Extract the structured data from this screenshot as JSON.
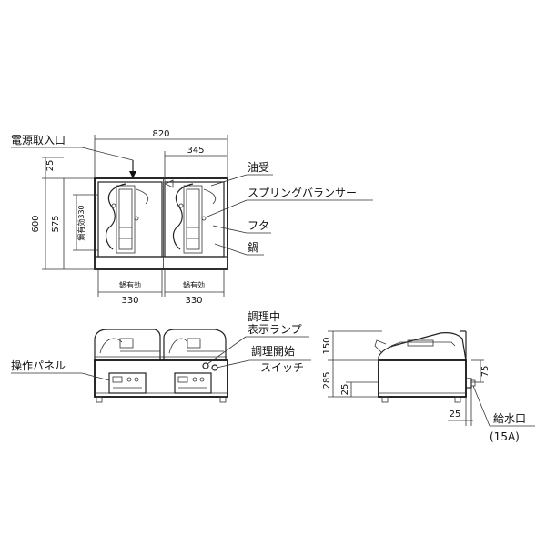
{
  "dimensions": {
    "overall_width": "820",
    "half_width": "345",
    "top_gap": "25",
    "depth": "600",
    "inner_depth": "575",
    "basket_depth": "330",
    "effective_w_left": "330",
    "effective_w_right": "330",
    "lid_height": "150",
    "body_height": "285",
    "side_75": "75",
    "side_25_a": "25",
    "side_25_b": "25"
  },
  "labels": {
    "power_inlet": "電源取入口",
    "oil_receiver": "油受",
    "spring_balancer": "スプリングバランサー",
    "lid": "フタ",
    "pot": "鍋",
    "pot_effective_left": "鍋有効",
    "pot_effective_right": "鍋有効",
    "pot_depth_label": "鍋有効330",
    "cooking_lamp_1": "調理中",
    "cooking_lamp_2": "表示ランプ",
    "start_switch_1": "調理開始",
    "start_switch_2": "スイッチ",
    "control_panel": "操作パネル",
    "water_inlet": "給水口",
    "water_inlet_size": "(15A)"
  }
}
